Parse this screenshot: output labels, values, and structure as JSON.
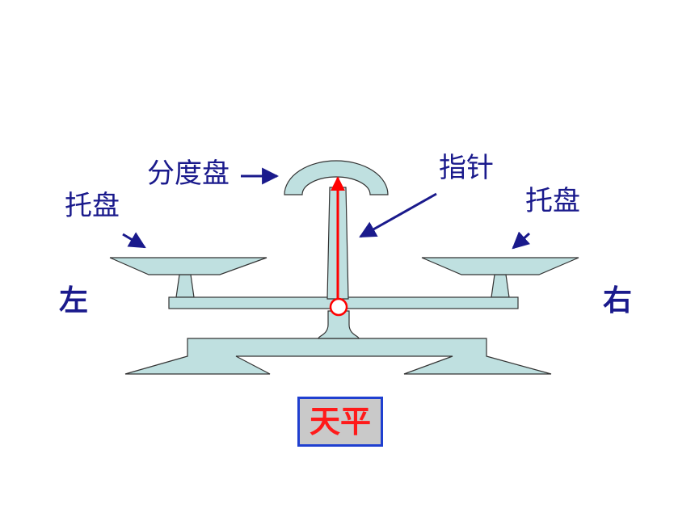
{
  "labels": {
    "dial": "分度盘",
    "pointer": "指针",
    "left_tray": "托盘",
    "right_tray": "托盘",
    "left_side": "左",
    "right_side": "右"
  },
  "title": "天平",
  "colors": {
    "body_fill": "#bfe0e0",
    "outline": "#333333",
    "label_text": "#1a1a8c",
    "pointer": "#ff0000",
    "title_text": "#ff1a1a",
    "title_border": "#1f3fd0",
    "title_background": "#c9c9c9"
  }
}
